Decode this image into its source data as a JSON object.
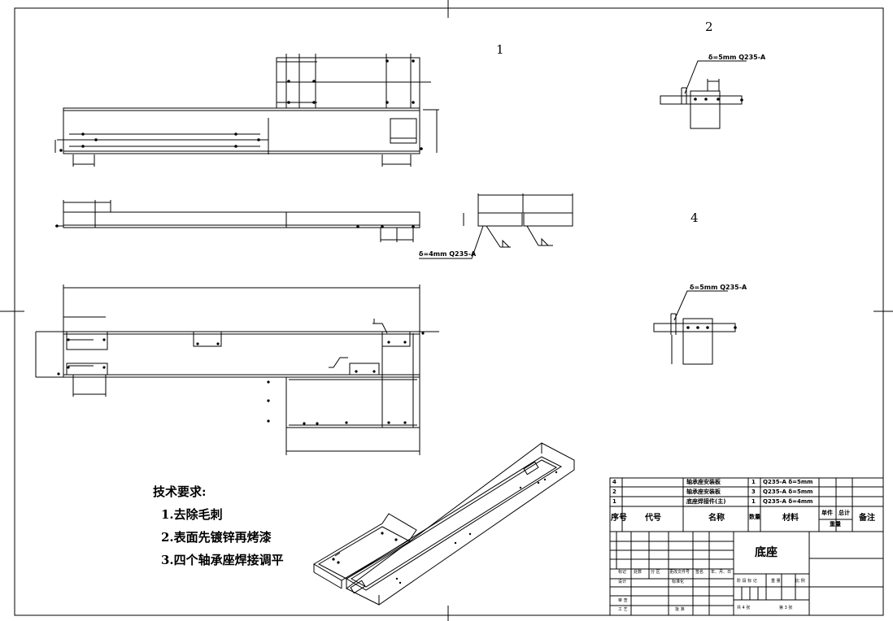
{
  "views": {
    "v1": "1",
    "v2": "2",
    "v4": "4"
  },
  "weld_notes": {
    "section_left": "δ=4mm Q235-A",
    "view2": "δ=5mm Q235-A",
    "view4": "δ=5mm Q235-A"
  },
  "requirements": {
    "title": "技术要求:",
    "items": [
      "1.去除毛刺",
      "2.表面先镀锌再烤漆",
      "3.四个轴承座焊接调平"
    ]
  },
  "bom": {
    "rows": [
      {
        "no": "4",
        "code": "",
        "name": "轴承座安装板",
        "qty": "1",
        "material": "Q235-A δ=5mm"
      },
      {
        "no": "2",
        "code": "",
        "name": "轴承座安装板",
        "qty": "3",
        "material": "Q235-A δ=5mm"
      },
      {
        "no": "1",
        "code": "",
        "name": "底座焊接件(主)",
        "qty": "1",
        "material": "Q235-A δ=4mm"
      }
    ],
    "headers": {
      "no": "序号",
      "code": "代号",
      "name": "名称",
      "qty": "数量",
      "material": "材料",
      "unit_w": "单件",
      "total_w": "总计",
      "weight": "重量",
      "remark": "备注"
    }
  },
  "title_block": {
    "part_name": "底座",
    "revision_headers": [
      "标记",
      "处数",
      "分 区",
      "更改文件号",
      "签名",
      "年、月、日"
    ],
    "design": "设计",
    "standardize": "标准化",
    "review": "审 查",
    "process": "工 艺",
    "approve": "批 准",
    "stage_headers": [
      "阶 段 标 记",
      "重 量",
      "比 例"
    ],
    "total_sheets": "共 4 张",
    "sheet_no": "第 3 张"
  }
}
